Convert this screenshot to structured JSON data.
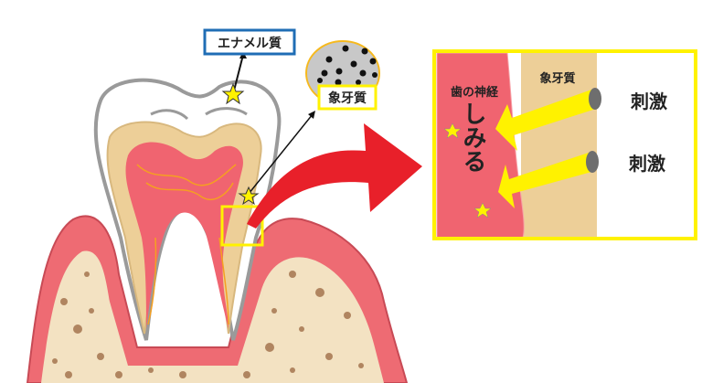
{
  "labels": {
    "enamel": "エナメル質",
    "dentin": "象牙質",
    "nerve": "歯の神経",
    "panel_dentin": "象牙質",
    "stimulus_1": "刺激",
    "stimulus_2": "刺激",
    "sensitivity": "しみる"
  },
  "colors": {
    "gum": "#ee6b73",
    "bone": "#f3e2c2",
    "bone_dots": "#b08560",
    "dentin": "#edcf98",
    "pulp": "#f06470",
    "highlight": "#fff200",
    "arrow": "#e8202a",
    "enamel_box": "#1f6db5"
  }
}
